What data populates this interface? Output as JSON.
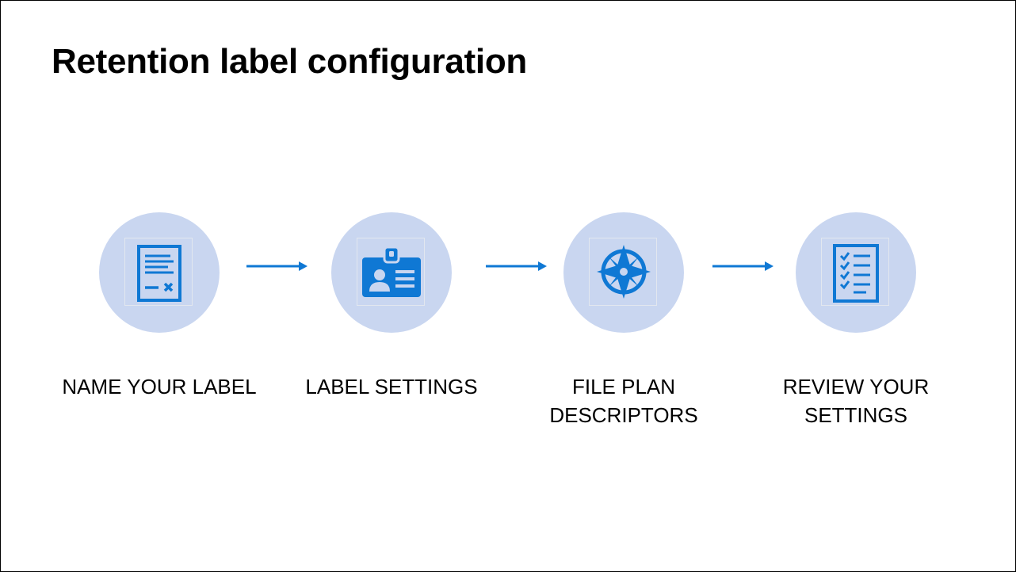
{
  "title": "Retention label configuration",
  "colors": {
    "accent": "#0f78d4",
    "circle": "#c9d6f0"
  },
  "steps": [
    {
      "icon": "document-icon",
      "label_lines": [
        "NAME YOUR LABEL"
      ]
    },
    {
      "icon": "id-badge-icon",
      "label_lines": [
        "LABEL SETTINGS"
      ]
    },
    {
      "icon": "compass-icon",
      "label_lines": [
        "FILE PLAN",
        "DESCRIPTORS"
      ]
    },
    {
      "icon": "checklist-icon",
      "label_lines": [
        "REVIEW YOUR",
        "SETTINGS"
      ]
    }
  ]
}
